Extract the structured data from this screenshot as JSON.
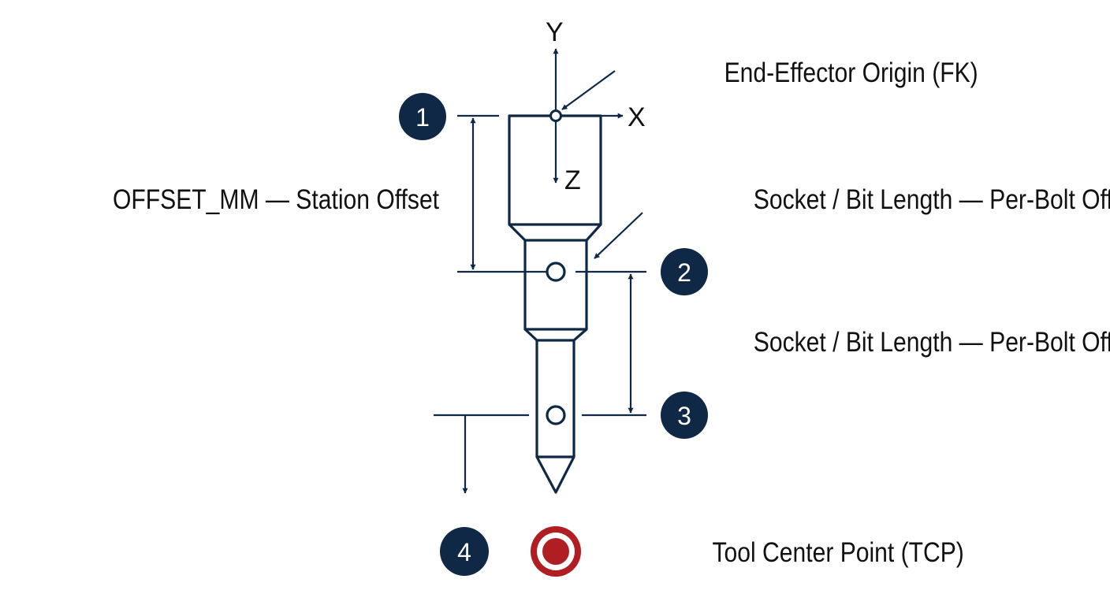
{
  "diagram": {
    "axes": {
      "x": "X",
      "y": "Y",
      "z": "Z"
    },
    "labels": {
      "origin": "End-Effector Origin (FK)",
      "station_offset": "OFFSET_MM — Station Offset",
      "socket_offset_upper": "Socket / Bit Length — Per-Bolt Offset",
      "socket_offset_lower": "Socket / Bit Length — Per-Bolt Offset",
      "tcp": "Tool Center Point (TCP)"
    },
    "markers": [
      "1",
      "2",
      "3",
      "4"
    ],
    "colors": {
      "line": "#0f2846",
      "badge": "#0f2846",
      "tcp": "#b01e23"
    }
  }
}
